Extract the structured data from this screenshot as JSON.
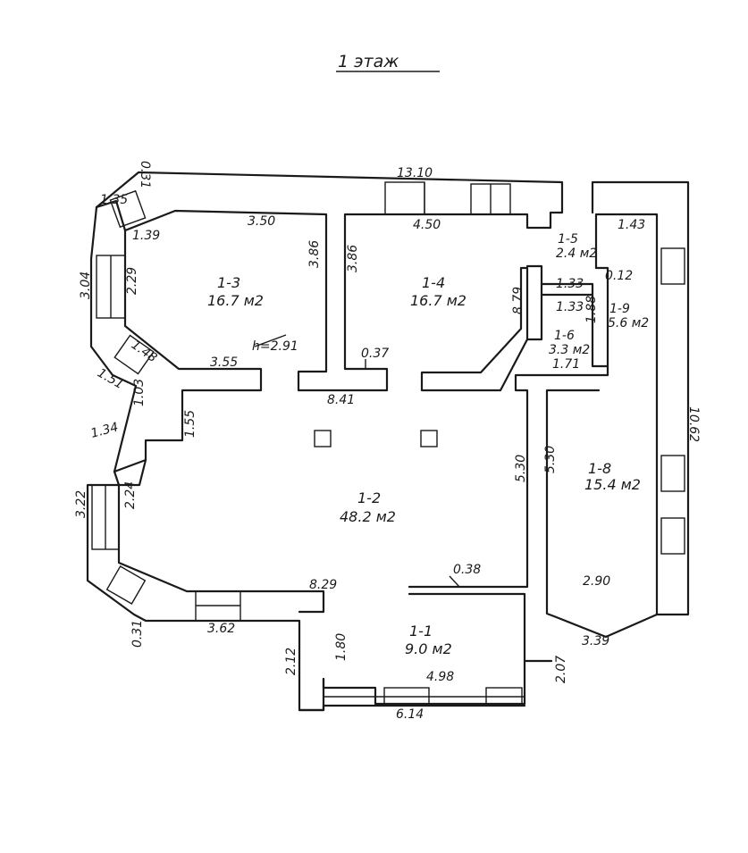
{
  "title": "1 этаж",
  "rooms": [
    {
      "id": "1-1",
      "area": "9.0 м2"
    },
    {
      "id": "1-2",
      "area": "48.2 м2"
    },
    {
      "id": "1-3",
      "area": "16.7 м2"
    },
    {
      "id": "1-4",
      "area": "16.7 м2"
    },
    {
      "id": "1-5",
      "area": "2.4 м2"
    },
    {
      "id": "1-6",
      "area": "3.3 м2"
    },
    {
      "id": "1-8",
      "area": "15.4 м2"
    },
    {
      "id": "1-9",
      "area": "5.6 м2"
    }
  ],
  "height_note": "h=2.91",
  "dimensions": {
    "top_overall": "13.10",
    "right_overall": "10.62",
    "d0_31_top": "0.31",
    "d1_35": "1.35",
    "d1_39": "1.39",
    "d3_04": "3.04",
    "d2_29": "2.29",
    "d3_50": "3.50",
    "d3_86_a": "3.86",
    "d3_86_b": "3.86",
    "d4_50": "4.50",
    "d1_43": "1.43",
    "d8_79": "8.79",
    "d1_33_a": "1.33",
    "d0_12": "0.12",
    "d1_33_b": "1.33",
    "d1_88": "1.88",
    "d1_71": "1.71",
    "d1_48": "1.48",
    "d1_51": "1.51",
    "d3_55": "3.55",
    "d0_37": "0.37",
    "d8_41": "8.41",
    "d1_03": "1.03",
    "d1_55": "1.55",
    "d1_34": "1.34",
    "d5_30_a": "5.30",
    "d5_30_b": "5.30",
    "d3_22": "3.22",
    "d2_24": "2.24",
    "d0_38": "0.38",
    "d8_29": "8.29",
    "d2_90": "2.90",
    "d0_31_bottom": "0.31",
    "d3_62": "3.62",
    "d3_39": "3.39",
    "d2_12": "2.12",
    "d1_80": "1.80",
    "d4_98": "4.98",
    "d2_07": "2.07",
    "d6_14": "6.14"
  }
}
